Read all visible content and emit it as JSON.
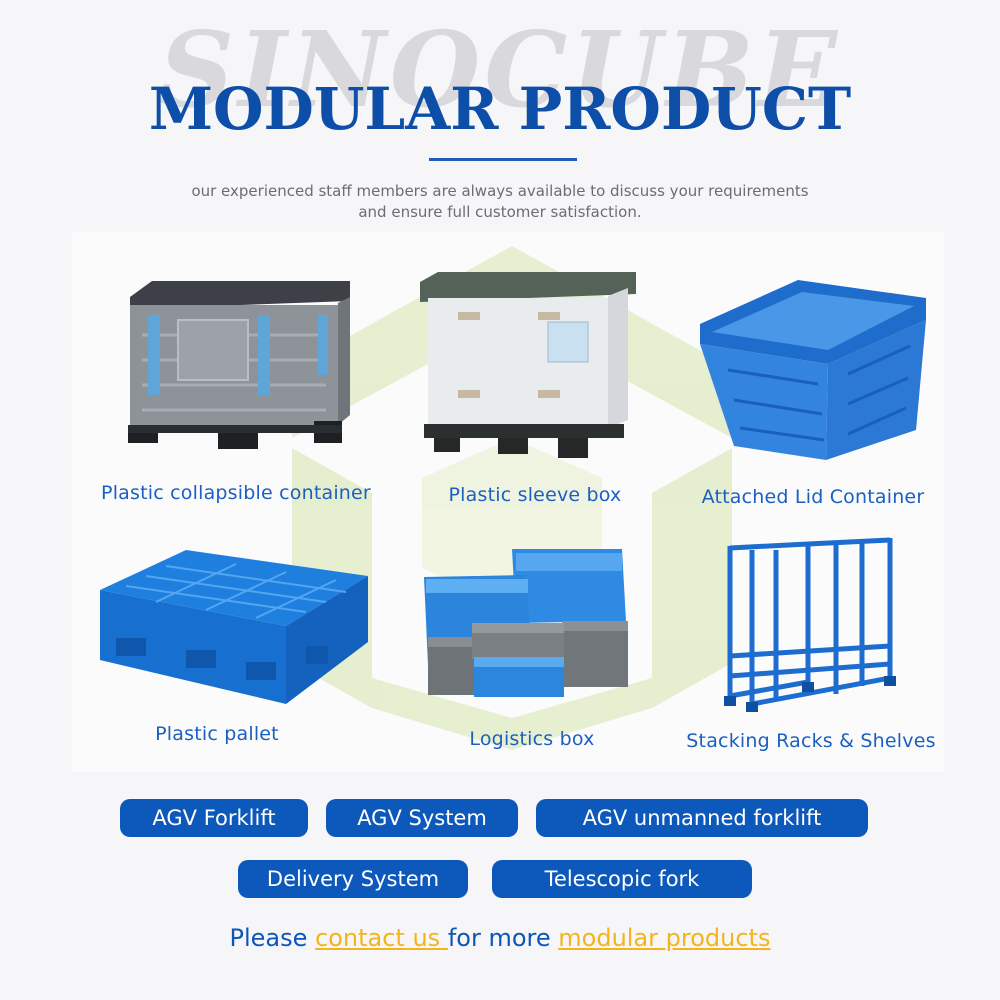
{
  "watermark": "SINOCUBE",
  "title": "MODULAR PRODUCT",
  "subtitle": {
    "line1": "our experienced staff members are always available to discuss your requirements",
    "line2": "and ensure full customer satisfaction."
  },
  "products": [
    {
      "label": "Plastic collapsible container",
      "icon": "collapsible-container-icon"
    },
    {
      "label": "Plastic sleeve box",
      "icon": "sleeve-box-icon"
    },
    {
      "label": "Attached Lid Container",
      "icon": "lid-container-icon"
    },
    {
      "label": "Plastic pallet",
      "icon": "pallet-icon"
    },
    {
      "label": "Logistics box",
      "icon": "logistics-box-icon"
    },
    {
      "label": "Stacking Racks & Shelves",
      "icon": "stacking-rack-icon"
    }
  ],
  "chips": [
    "AGV Forklift",
    "AGV System",
    "AGV unmanned forklift",
    "Delivery System",
    "Telescopic fork"
  ],
  "cta": {
    "prefix": "Please ",
    "link1": "contact us ",
    "middle": "for more ",
    "link2": "modular products"
  },
  "colors": {
    "brand_blue": "#0d59bb",
    "title_blue": "#0c4ea8",
    "label_blue": "#1b5fc0",
    "accent_yellow": "#f3b41c",
    "logo_green": "#e3ecc9"
  }
}
